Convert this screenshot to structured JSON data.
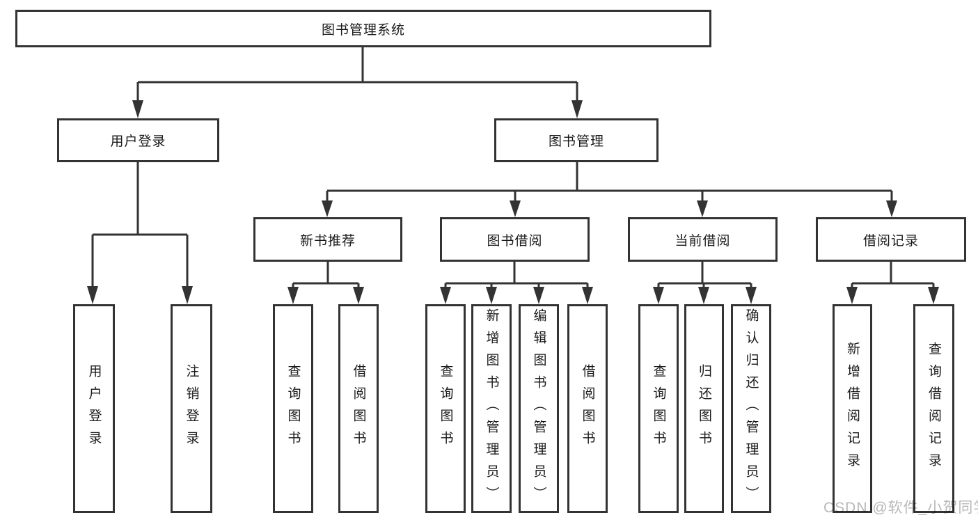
{
  "tree": {
    "root": {
      "label": "图书管理系统"
    },
    "children": [
      {
        "label": "用户登录",
        "children": [
          {
            "label": "用户登录"
          },
          {
            "label": "注销登录"
          }
        ]
      },
      {
        "label": "图书管理",
        "children": [
          {
            "label": "新书推荐",
            "children": [
              {
                "label": "查询图书"
              },
              {
                "label": "借阅图书"
              }
            ]
          },
          {
            "label": "图书借阅",
            "children": [
              {
                "label": "查询图书"
              },
              {
                "label": "新增图书（管理员）"
              },
              {
                "label": "编辑图书（管理员）"
              },
              {
                "label": "借阅图书"
              }
            ]
          },
          {
            "label": "当前借阅",
            "children": [
              {
                "label": "查询图书"
              },
              {
                "label": "归还图书"
              },
              {
                "label": "确认归还（管理员）"
              }
            ]
          },
          {
            "label": "借阅记录",
            "children": [
              {
                "label": "新增借阅记录"
              },
              {
                "label": "查询借阅记录"
              }
            ]
          }
        ]
      }
    ]
  },
  "watermark": {
    "text": "CSDN @软件_小贺同学",
    "color": "#b8b8b8"
  },
  "style": {
    "line_color": "#333333",
    "text_color": "#1a1a1a",
    "background": "#ffffff"
  }
}
